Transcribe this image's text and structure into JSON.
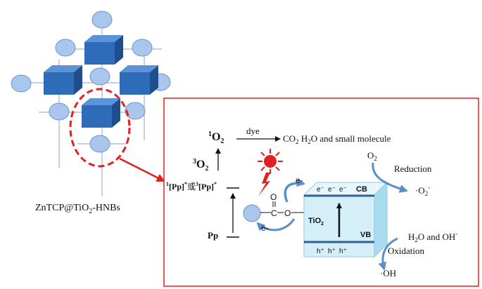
{
  "framework": {
    "label_main": "ZnTCP@TiO",
    "label_sub": "2",
    "label_tail": "-HNBs"
  },
  "mechanism": {
    "singlet_oxygen": {
      "sup": "1",
      "base": "O",
      "sub": "2"
    },
    "triplet_oxygen": {
      "sup": "3",
      "base": "O",
      "sub": "2"
    },
    "dye_label": "dye",
    "products": {
      "pre": "CO",
      "sub1": "2",
      "mid": " H",
      "sub2": "2",
      "post": "O and small molecule"
    },
    "excited_state": {
      "s1": "1",
      "b1": "[Pp]",
      "p1": "*",
      "or": "或",
      "s2": "3",
      "b2": "[Pp]",
      "p2": "*"
    },
    "ground_state": "Pp",
    "carboxyl_c": "C",
    "carboxyl_o_top": "O",
    "carboxyl_o_right": "O",
    "electron_top": "e-",
    "electron_bottom": "e-",
    "cb_label": "CB",
    "vb_label": "VB",
    "cb_electrons": [
      "e⁻",
      "e⁻",
      "e⁻"
    ],
    "vb_holes": [
      "h⁺",
      "h⁺",
      "h⁺"
    ],
    "tio2": {
      "base": "TiO",
      "sub": "2"
    },
    "o2": {
      "base": "O",
      "sub": "2"
    },
    "reduction": "Reduction",
    "superoxide": {
      "dot": "·",
      "base": "O",
      "sub": "2",
      "sup": "-"
    },
    "h2o_oh": {
      "h": "H",
      "sub": "2",
      "rest": "O and OH",
      "sup": "-"
    },
    "oxidation": "Oxidation",
    "hydroxyl": {
      "dot": "·",
      "base": "OH"
    }
  },
  "colors": {
    "block_front": "#2e6bb8",
    "block_top": "#5b93d6",
    "block_side": "#1f4e8a",
    "node_fill": "#a9c6ec",
    "node_stroke": "#6f95c8",
    "callout_red": "#e02020",
    "cube_front": "#d4eff8",
    "cube_side": "#a9dbef",
    "band_line": "#2f5f9c",
    "arrow_blue": "#5b8fc9"
  }
}
